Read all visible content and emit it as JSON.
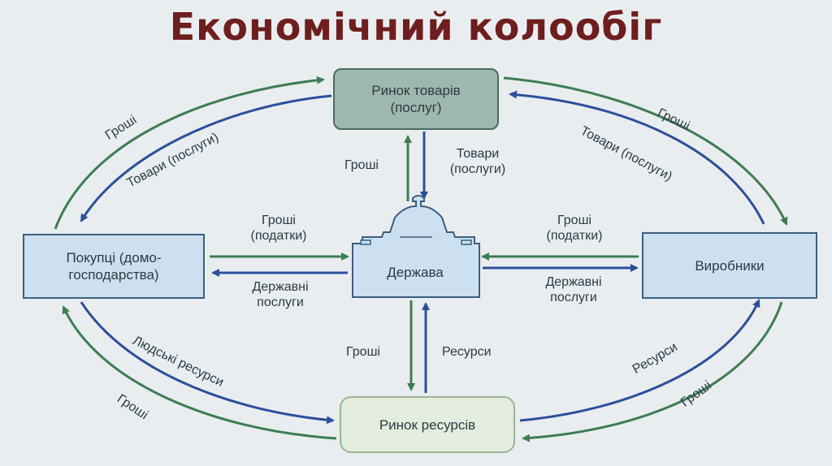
{
  "title": "Економічний колообіг",
  "nodes": {
    "goods_market": "Ринок товарів (послуг)",
    "buyers": "Покупці (домо-господарства)",
    "state": "Держава",
    "producers": "Виробники",
    "resources_market": "Ринок ресурсів"
  },
  "labels": {
    "money_top_left": "Гроші",
    "goods_top_left": "Товари (послуги)",
    "money_top_right": "Гроші",
    "goods_top_right": "Товари (послуги)",
    "money_center_up": "Гроші",
    "goods_center_down": "Товари (послуги)",
    "money_taxes_left": "Гроші (податки)",
    "services_left": "Державні послуги",
    "money_taxes_right": "Гроші (податки)",
    "services_right": "Державні послуги",
    "money_center_down": "Гроші",
    "resources_center_up": "Ресурси",
    "human_resources": "Людські ресурси",
    "money_bottom_left": "Гроші",
    "resources_bottom_right": "Ресурси",
    "money_bottom_right": "Гроші"
  },
  "colors": {
    "title": "#6e1e1e",
    "green_flow": "#3e7d52",
    "blue_flow": "#2d4f9a"
  }
}
